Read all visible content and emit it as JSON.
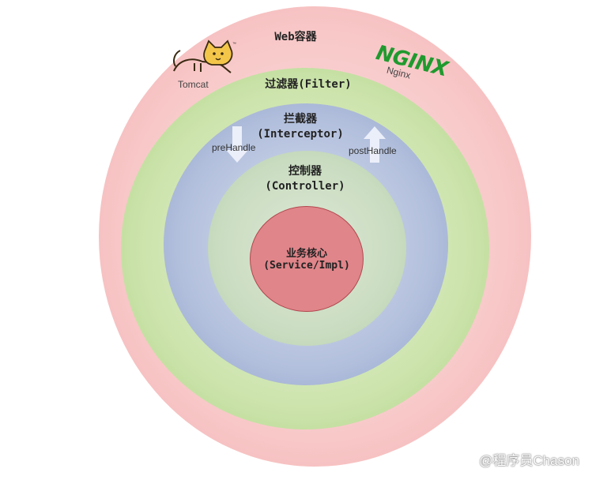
{
  "layers": {
    "web": {
      "title": "Web容器"
    },
    "filter": {
      "title": "过滤器(Filter)"
    },
    "interceptor": {
      "title_cn": "拦截器",
      "title_en": "(Interceptor)"
    },
    "controller": {
      "title_cn": "控制器",
      "title_en": "(Controller)"
    },
    "core": {
      "title_cn": "业务核心",
      "title_en": "(Service/Impl)"
    }
  },
  "servers": {
    "tomcat": {
      "label": "Tomcat",
      "icon": "tomcat-cat-logo"
    },
    "nginx": {
      "wordmark": "NGINX",
      "label": "Nginx",
      "color": "#1f9a2e"
    }
  },
  "flows": {
    "pre": {
      "label": "preHandle",
      "direction": "down"
    },
    "post": {
      "label": "postHandle",
      "direction": "up"
    }
  },
  "colors": {
    "web": "#f4aeb0",
    "filter": "#a9d180",
    "interceptor": "#8f9fc9",
    "controller": "#c9dcc0",
    "core": "#e0858a",
    "arrow": "#eef1fb"
  },
  "watermark": "@程序员Chason"
}
